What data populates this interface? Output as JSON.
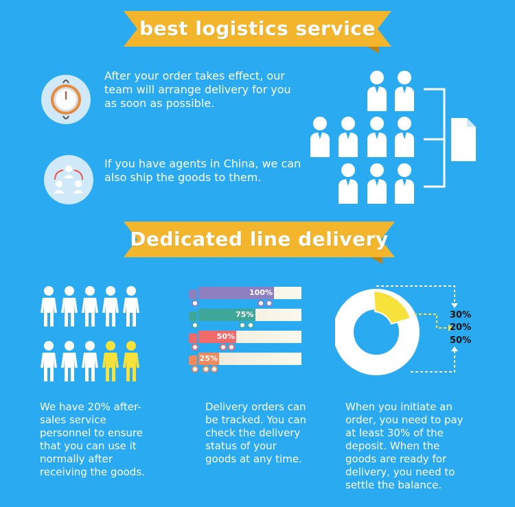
{
  "banners": {
    "top": "best logistics service",
    "middle": "Dedicated line delivery"
  },
  "service": {
    "paragraph1": "After your order takes effect, our team will arrange delivery for you as soon as possible.",
    "paragraph2": "If you have agents in China, we can also ship the goods to them."
  },
  "columns": {
    "aftersales": "We have 20% after-sales service personnel to ensure that you can use it normally after receiving the goods.",
    "tracking": "Delivery orders can be tracked. You can check the delivery status of your goods at any time.",
    "payment": "When you initiate an order, you need to pay at least 30% of the deposit. When the goods are ready for delivery, you need to settle the balance."
  },
  "delivery_bars": [
    {
      "label": "100%",
      "value": 100,
      "color": "#8e7fc0"
    },
    {
      "label": "75%",
      "value": 75,
      "color": "#3fa69a"
    },
    {
      "label": "50%",
      "value": 50,
      "color": "#ef6b6b"
    },
    {
      "label": "25%",
      "value": 25,
      "color": "#f08a5d"
    }
  ],
  "donut": {
    "labels": [
      "30%",
      "20%",
      "50%"
    ],
    "highlight_color": "#f7e23b"
  },
  "colors": {
    "background": "#2aabf1",
    "banner": "#f3b52b",
    "people_highlight": "#f7e23b"
  }
}
